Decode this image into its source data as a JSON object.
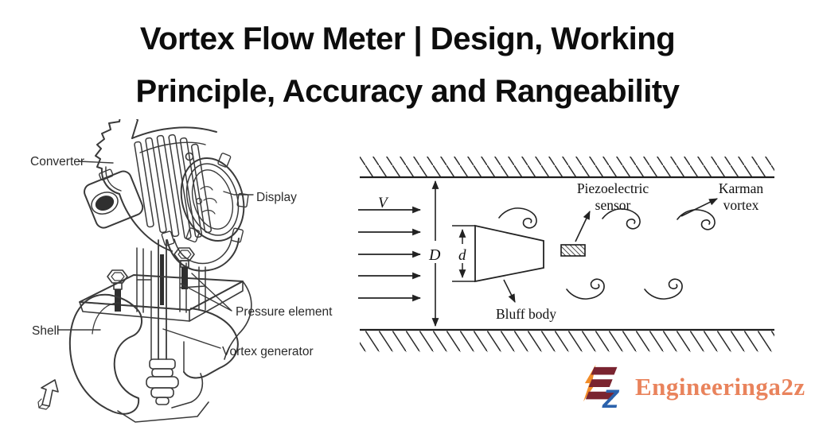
{
  "title": {
    "line1": "Vortex Flow Meter | Design, Working",
    "line2": "Principle, Accuracy and Rangeability"
  },
  "left_diagram": {
    "description": "Isometric cutaway line drawing of a vortex flow meter",
    "labels": {
      "converter": "Converter",
      "display": "Display",
      "pressure_element": "Pressure element",
      "shell": "Shell",
      "vortex_generator": "Vortex generator"
    },
    "icons": [
      "3d-flow-arrow-icon"
    ]
  },
  "right_diagram": {
    "description": "Karman vortex street schematic inside a pipe with bluff body",
    "labels": {
      "velocity": "V",
      "diameter": "D",
      "bluff_width": "d",
      "piezo_line1": "Piezoelectric",
      "piezo_line2": "sensor",
      "karman_line1": "Karman",
      "karman_line2": "vortex",
      "bluff_body": "Bluff body"
    },
    "elements": {
      "velocity_arrows_count": 5,
      "top_vortices_count": 3,
      "bottom_vortices_count": 2
    }
  },
  "logo": {
    "monogram_z": "Z",
    "text": "Engineeringa2z",
    "colors": {
      "wordmark": "#E9835C",
      "bolt": "#F28C28",
      "letter_e": "#7A2430",
      "letter_z": "#2B62AC"
    }
  },
  "colors": {
    "background": "#FFFFFF",
    "title_text": "#0D0D0D",
    "line_art": "#333333"
  }
}
